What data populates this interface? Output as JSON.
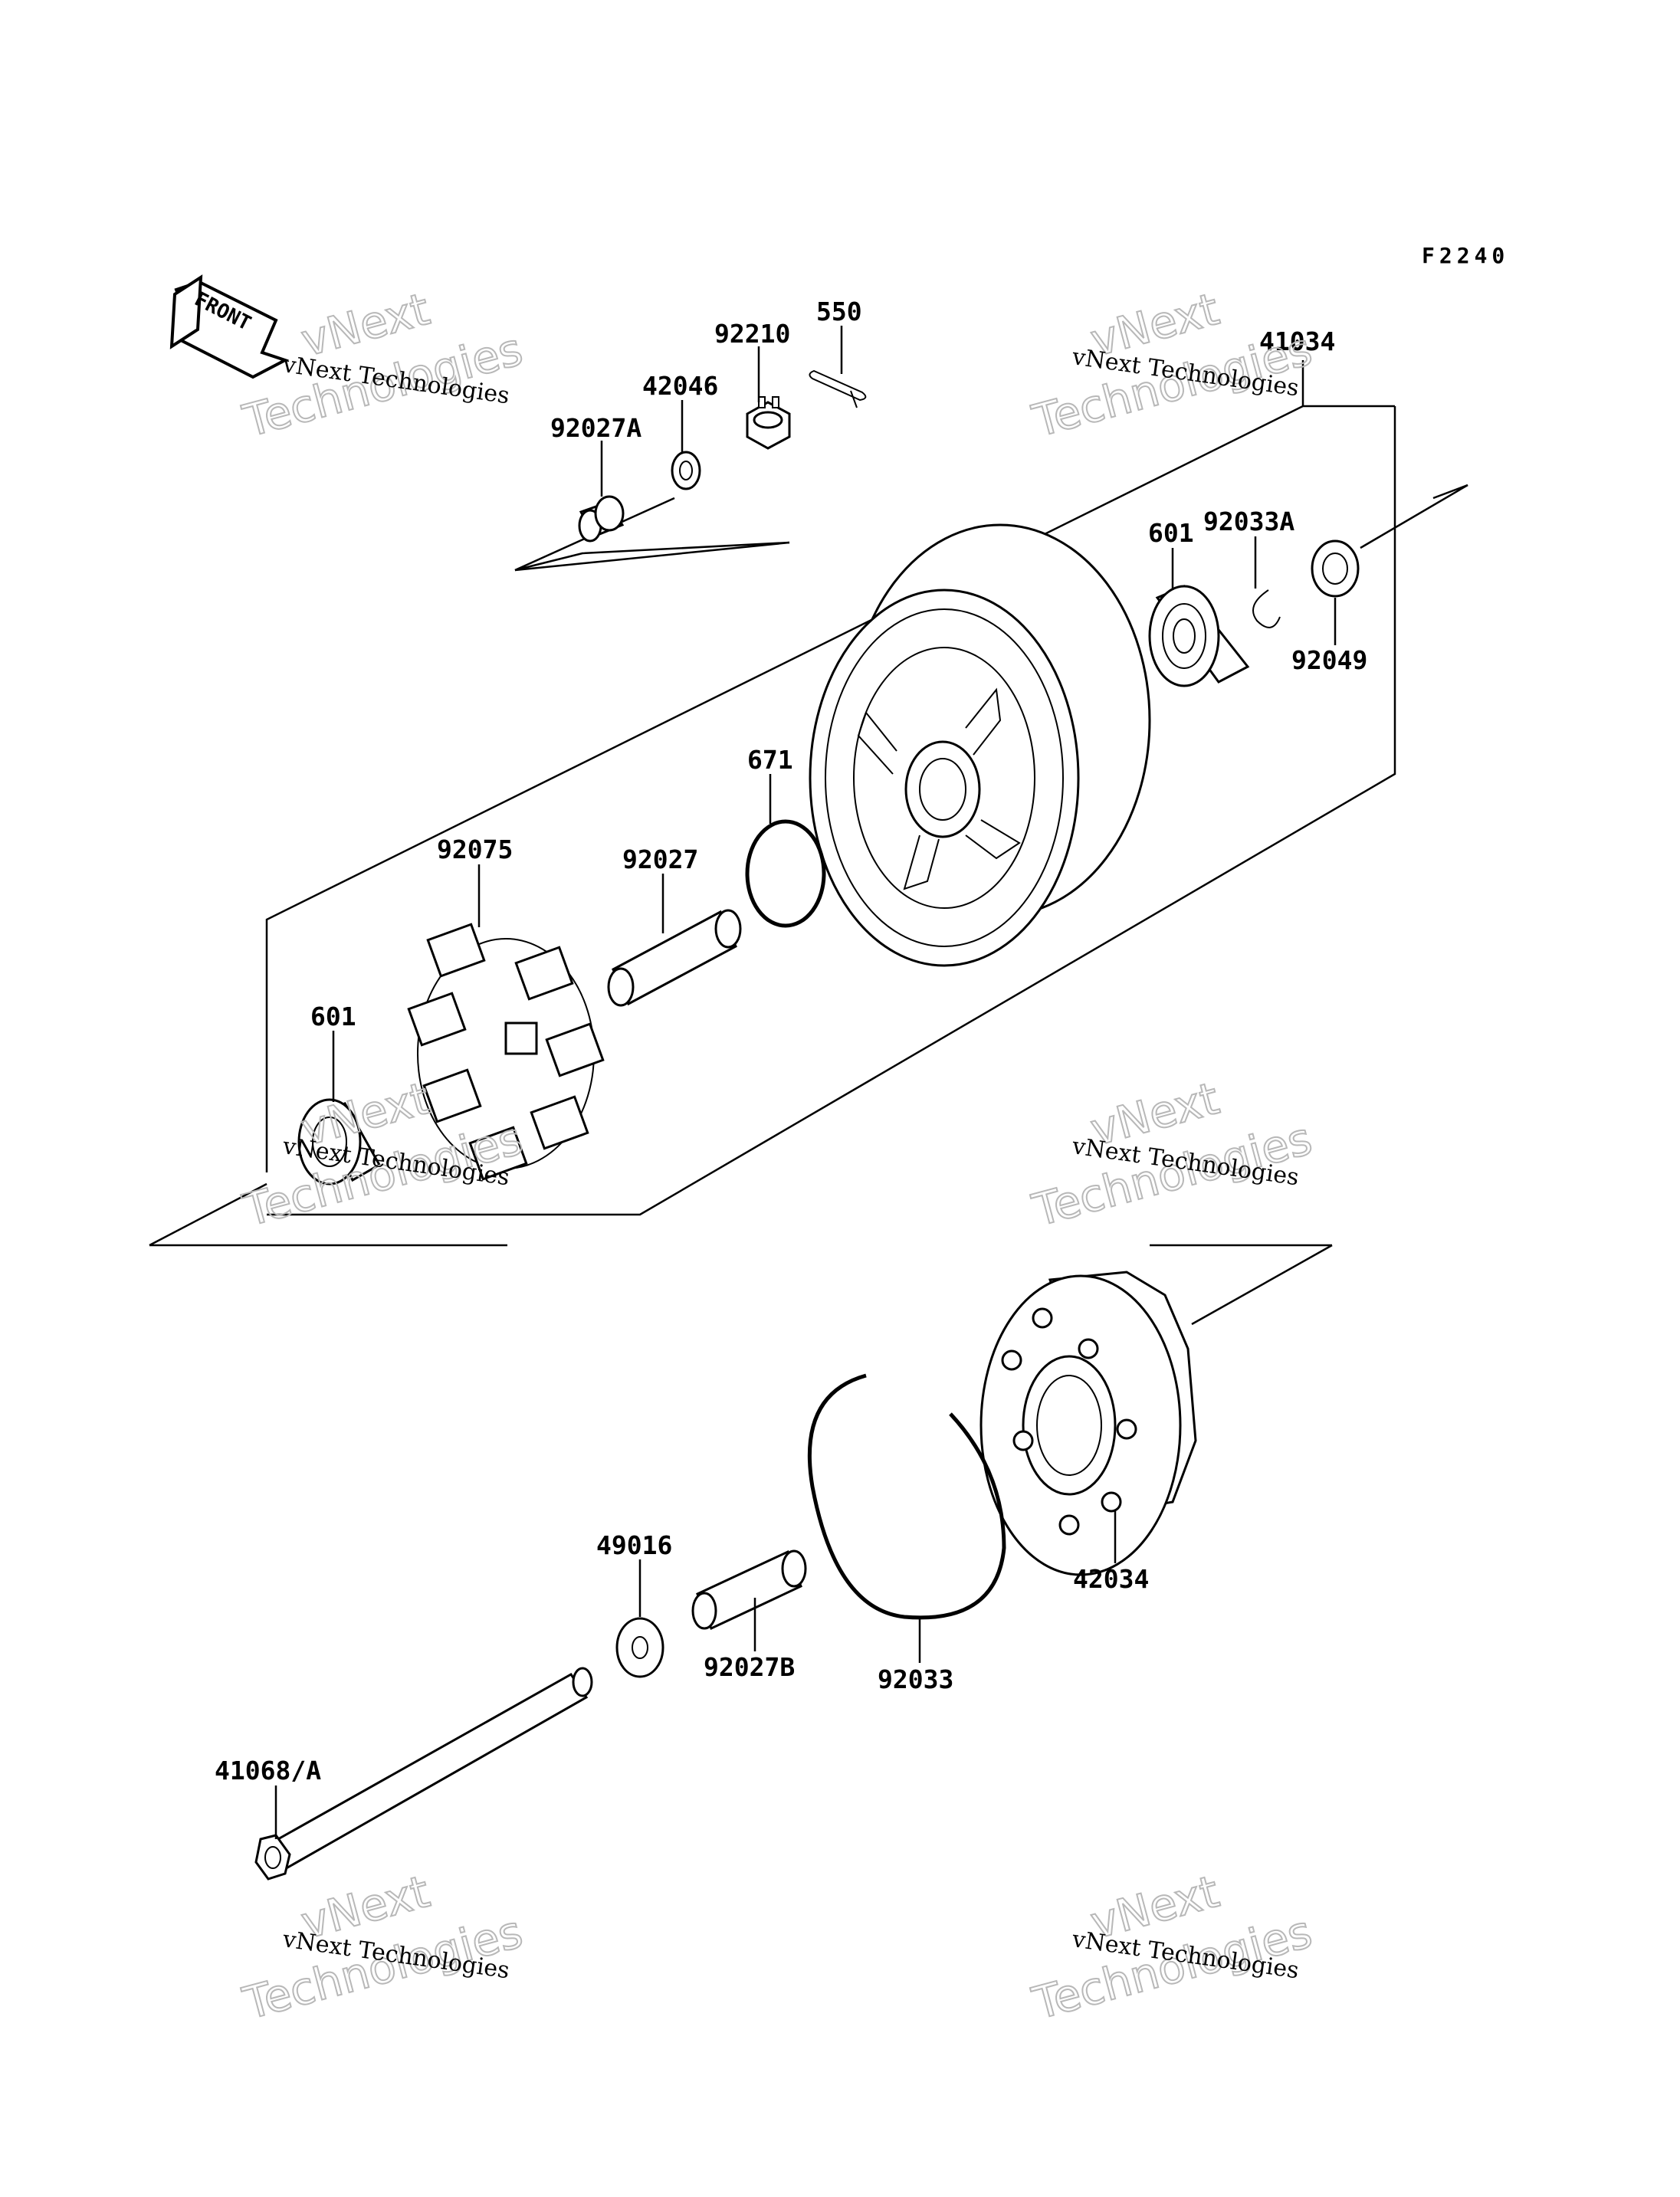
{
  "figure_code": "F2240",
  "front_label": "FRONT",
  "parts": [
    {
      "key": "p550",
      "label": "550"
    },
    {
      "key": "p92210",
      "label": "92210"
    },
    {
      "key": "p42046",
      "label": "42046"
    },
    {
      "key": "p92027A",
      "label": "92027A"
    },
    {
      "key": "p41034",
      "label": "41034"
    },
    {
      "key": "p601a",
      "label": "601"
    },
    {
      "key": "p92033A",
      "label": "92033A"
    },
    {
      "key": "p92049",
      "label": "92049"
    },
    {
      "key": "p671",
      "label": "671"
    },
    {
      "key": "p92075",
      "label": "92075"
    },
    {
      "key": "p92027",
      "label": "92027"
    },
    {
      "key": "p601b",
      "label": "601"
    },
    {
      "key": "p49016",
      "label": "49016"
    },
    {
      "key": "p92027B",
      "label": "92027B"
    },
    {
      "key": "p92033",
      "label": "92033"
    },
    {
      "key": "p42034",
      "label": "42034"
    },
    {
      "key": "p41068",
      "label": "41068/A"
    }
  ],
  "watermark": {
    "line": "vNext Technologies",
    "big_top": "vNext",
    "big_bottom": "Technologies"
  }
}
